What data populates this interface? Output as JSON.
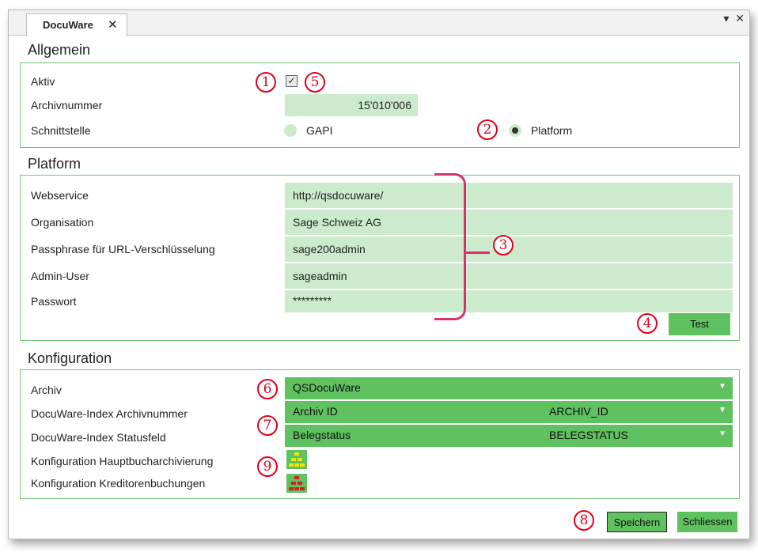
{
  "tab": {
    "label": "DocuWare",
    "close": "✕"
  },
  "window_controls": {
    "menu": "▾",
    "close": "✕"
  },
  "allgemein": {
    "title": "Allgemein",
    "aktiv_label": "Aktiv",
    "aktiv_checked": true,
    "archivnummer_label": "Archivnummer",
    "archivnummer_value": "15'010'006",
    "schnittstelle_label": "Schnittstelle",
    "option_gapi": "GAPI",
    "option_platform": "Platform",
    "selected": "Platform"
  },
  "platform": {
    "title": "Platform",
    "webservice_label": "Webservice",
    "webservice_value": "http://qsdocuware/",
    "organisation_label": "Organisation",
    "organisation_value": "Sage Schweiz AG",
    "passphrase_label": "Passphrase für URL-Verschlüsselung",
    "passphrase_value": "sage200admin",
    "admin_user_label": "Admin-User",
    "admin_user_value": "sageadmin",
    "passwort_label": "Passwort",
    "passwort_value": "*********",
    "test_button": "Test"
  },
  "konfiguration": {
    "title": "Konfiguration",
    "archiv_label": "Archiv",
    "archiv_value": "QSDocuWare",
    "index_archivnummer_label": "DocuWare-Index Archivnummer",
    "index_archivnummer_name": "Archiv ID",
    "index_archivnummer_field": "ARCHIV_ID",
    "index_statusfeld_label": "DocuWare-Index Statusfeld",
    "index_statusfeld_name": "Belegstatus",
    "index_statusfeld_field": "BELEGSTATUS",
    "hauptbuch_label": "Konfiguration Hauptbucharchivierung",
    "kreditoren_label": "Konfiguration Kreditorenbuchungen"
  },
  "footer": {
    "save_button": "Speichern",
    "close_button": "Schliessen"
  },
  "annotations": {
    "a1": "1",
    "a2": "2",
    "a3": "3",
    "a4": "4",
    "a5": "5",
    "a6": "6",
    "a7": "7",
    "a8": "8",
    "a9": "9"
  },
  "colors": {
    "accent_green": "#5fc15f",
    "field_green": "#ccebcc",
    "group_border": "#76c776",
    "annotation_red": "#e0001b",
    "bracket_pink": "#d6336c"
  }
}
